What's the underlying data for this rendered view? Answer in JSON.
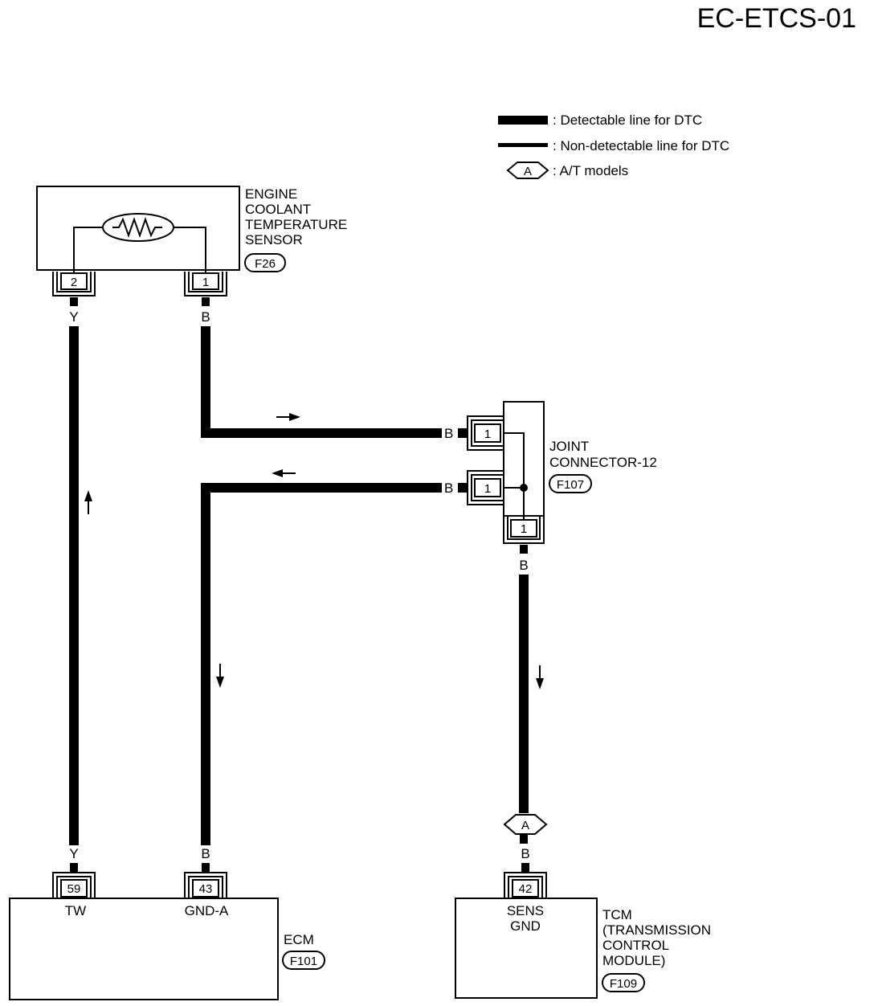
{
  "page_code": "EC-ETCS-01",
  "legend": {
    "detectable": ": Detectable line for DTC",
    "non_detectable": ": Non-detectable line for DTC",
    "at_symbol": "A",
    "at_models": ": A/T models"
  },
  "sensor": {
    "name_lines": [
      "ENGINE",
      "COOLANT",
      "TEMPERATURE",
      "SENSOR"
    ],
    "connector": "F26",
    "pins": [
      "2",
      "1"
    ],
    "wire_colors": [
      "Y",
      "B"
    ]
  },
  "joint": {
    "name_lines": [
      "JOINT",
      "CONNECTOR-12"
    ],
    "connector": "F107",
    "pins": [
      "1",
      "1",
      "1"
    ],
    "wire_colors": [
      "B",
      "B",
      "B"
    ]
  },
  "ecm": {
    "name": "ECM",
    "connector": "F101",
    "pins": [
      "59",
      "43"
    ],
    "terminals": [
      "TW",
      "GND-A"
    ],
    "wire_colors": [
      "Y",
      "B"
    ]
  },
  "tcm": {
    "name_lines": [
      "TCM",
      "(TRANSMISSION",
      "CONTROL",
      "MODULE)"
    ],
    "connector": "F109",
    "pin": "42",
    "terminal_lines": [
      "SENS",
      "GND"
    ],
    "wire_color": "B",
    "at_symbol": "A"
  }
}
